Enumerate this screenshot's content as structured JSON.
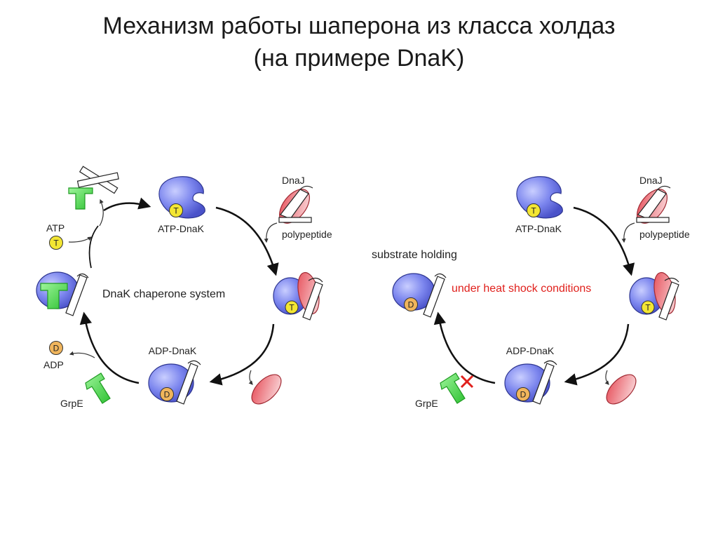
{
  "title": {
    "line1": "Механизм работы шаперона из класса холдаз",
    "line2": "(на примере DnaK)"
  },
  "left_cycle": {
    "center_label": "DnaK chaperone system",
    "atp_dnak": "ATP-DnaK",
    "dnaj": "DnaJ",
    "polypeptide": "polypeptide",
    "adp_dnak": "ADP-DnaK",
    "atp": "ATP",
    "adp": "ADP",
    "grpe": "GrpE"
  },
  "right_cycle": {
    "substrate_holding": "substrate holding",
    "heat_shock": "under heat shock conditions",
    "atp_dnak": "ATP-DnaK",
    "dnaj": "DnaJ",
    "polypeptide": "polypeptide",
    "adp_dnak": "ADP-DnaK",
    "grpe": "GrpE"
  },
  "nucleotide": {
    "t": "T",
    "d": "D"
  },
  "colors": {
    "dnak_blue": "#6f79e6",
    "grpe_green": "#49d34a",
    "atp_yellow": "#f3e633",
    "adp_orange": "#f0b55c",
    "substrate_red": "#f07f86",
    "heat_shock_red": "#e0201c"
  },
  "icons": [
    "dnak-protein-icon",
    "grpe-protein-icon",
    "dnaj-protein-icon",
    "substrate-ellipse-icon",
    "cycle-arrow-icon",
    "block-x-icon"
  ]
}
